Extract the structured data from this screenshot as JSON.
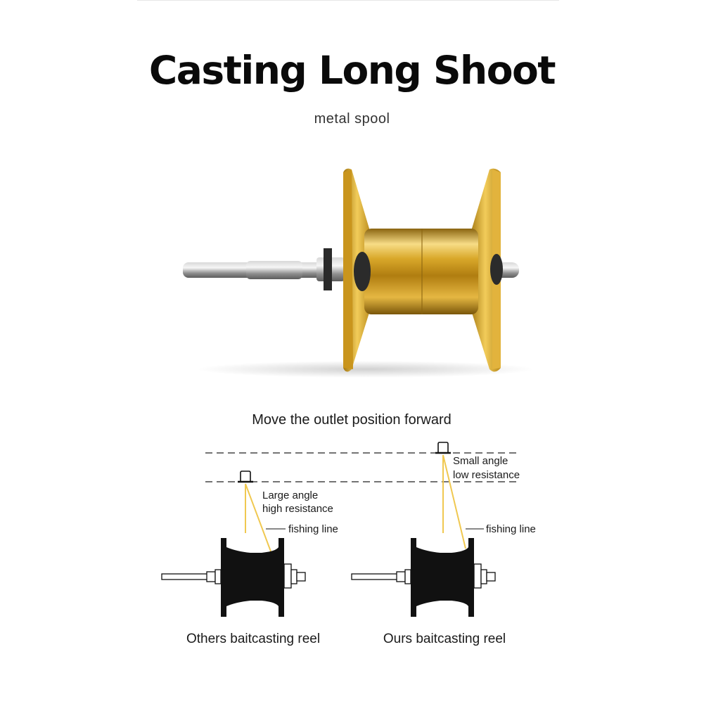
{
  "header": {
    "title": "Casting Long Shoot",
    "subtitle": "metal spool"
  },
  "diagram": {
    "heading": "Move the outlet position forward",
    "left": {
      "annotation_line1": "Large angle",
      "annotation_line2": "high resistance",
      "line_label": "fishing line",
      "caption": "Others baitcasting reel"
    },
    "right": {
      "annotation_line1": "Small angle",
      "annotation_line2": "low resistance",
      "line_label": "fishing line",
      "caption": "Ours baitcasting reel"
    }
  },
  "colors": {
    "gold": "#d4a520",
    "line": "#f0c850",
    "dark": "#111111"
  }
}
